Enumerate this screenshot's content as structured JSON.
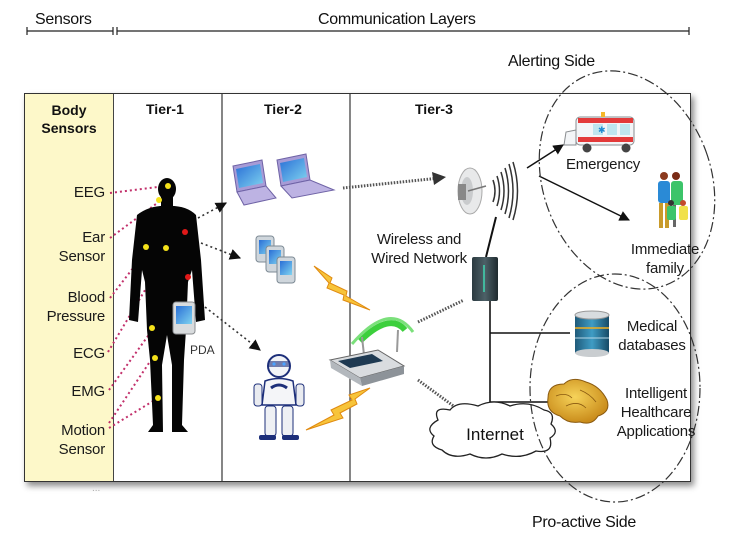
{
  "header": {
    "sensors_label": "Sensors",
    "communication_label": "Communication Layers"
  },
  "side_labels": {
    "alerting": "Alerting Side",
    "proactive": "Pro-active Side"
  },
  "columns": {
    "body_sensors": "Body\nSensors",
    "tier1": "Tier-1",
    "tier2": "Tier-2",
    "tier3": "Tier-3"
  },
  "sensors": [
    {
      "label": "EEG"
    },
    {
      "label": "Ear\nSensor"
    },
    {
      "label": "Blood\nPressure"
    },
    {
      "label": "ECG"
    },
    {
      "label": "EMG"
    },
    {
      "label": "Motion\nSensor"
    }
  ],
  "devices": {
    "pda_label": "PDA",
    "network_label": "Wireless and\nWired Network",
    "internet_label": "Internet"
  },
  "alerting": {
    "emergency": "Emergency",
    "family": "Immediate\nfamily"
  },
  "proactive": {
    "databases": "Medical\ndatabases",
    "apps": "Intelligent\nHealthcare\nApplications"
  },
  "footer_mark": "...",
  "colors": {
    "sensor_column_bg": "#fdf8c9",
    "sensor_dot": "#f5e21a",
    "alert_dot": "#e01818",
    "sensor_link": "#c2306b",
    "bolt": "#f3b21c",
    "wifi_arc": "#3ccf3c"
  }
}
